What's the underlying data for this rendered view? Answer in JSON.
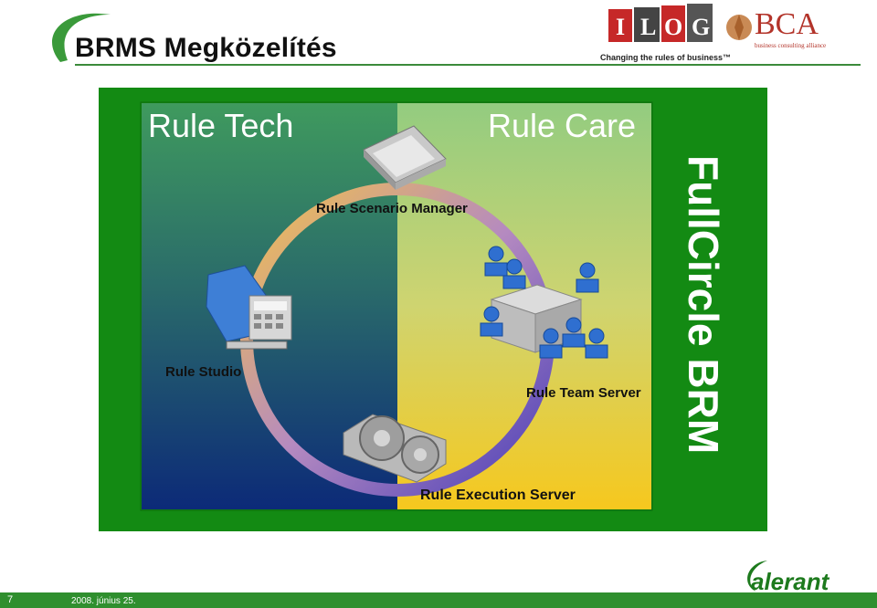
{
  "header": {
    "title": "BRMS Megközelítés",
    "ilog_logo_text": "ILOG",
    "ilog_tagline": "Changing the rules of business™",
    "bca_logo_text": "BCA",
    "bca_tagline": "business consulting alliance"
  },
  "diagram": {
    "left_heading": "Rule Tech",
    "right_heading": "Rule Care",
    "side_text": "FullCircle BRM",
    "nodes": {
      "scenario_manager": "Rule Scenario Manager",
      "studio": "Rule Studio",
      "team_server": "Rule Team Server",
      "execution_server": "Rule Execution Server"
    }
  },
  "footer": {
    "slide_number": "7",
    "date": "2008. június 25.",
    "brand": "alerant"
  },
  "colors": {
    "accent_green": "#138a13",
    "footer_green": "#2f8f2e"
  }
}
